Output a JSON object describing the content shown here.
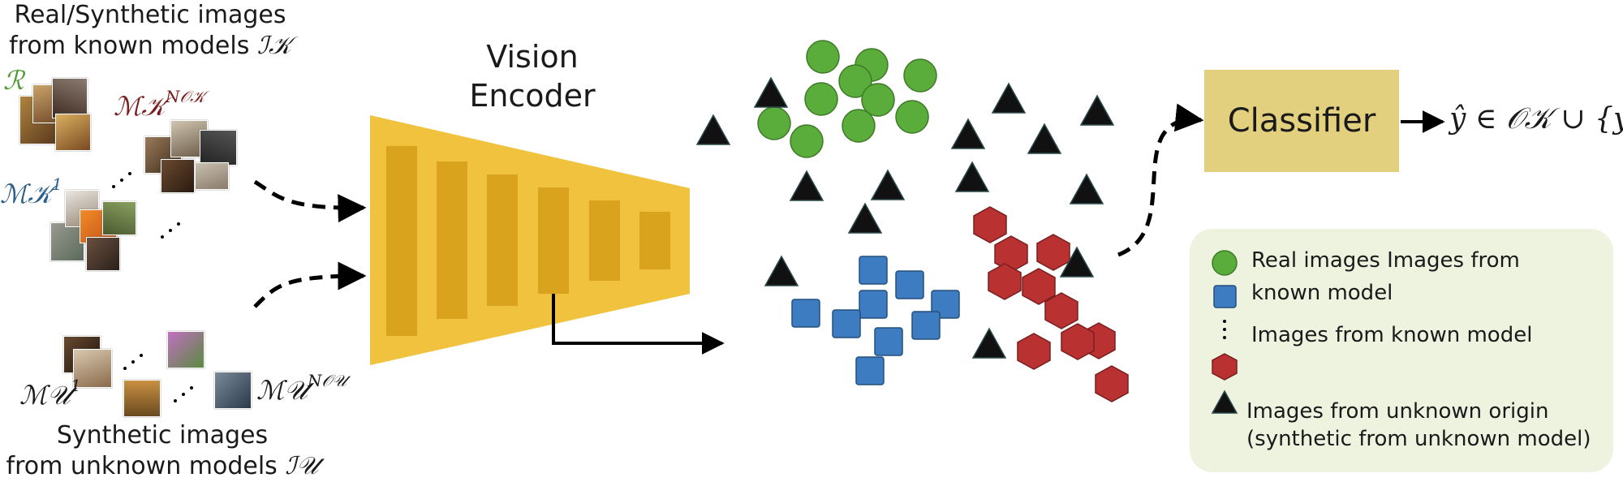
{
  "known": {
    "caption_line1": "Real/Synthetic images",
    "caption_line2": "from known models",
    "caption_symbol": "ℐ𝒦",
    "real_label": "ℛ",
    "model_n_label": "ℳ𝒦",
    "model_n_sup": "N𝒪𝒦",
    "model_1_label": "ℳ𝒦",
    "model_1_sup": "1"
  },
  "unknown": {
    "caption_line1": "Synthetic images",
    "caption_line2": "from unknown models",
    "caption_symbol": "ℐ𝒰",
    "model_1_label": "ℳ𝒰",
    "model_1_sup": "1",
    "model_n_label": "ℳ𝒰",
    "model_n_sup": "N𝒪𝒰"
  },
  "encoder": {
    "title_line1": "Vision",
    "title_line2": "Encoder"
  },
  "classifier": {
    "label": "Classifier",
    "output": "ŷ ∈ 𝒪𝒦 ∪ {yᵤ}"
  },
  "legend": {
    "real_text": "Real   images   Images   from",
    "known_text": "known model",
    "dots_text": "Images from known model",
    "unknown_line1": "Images from unknown origin",
    "unknown_line2": "(synthetic from unknown model)"
  },
  "colors": {
    "encoder_outer": "#f0c23e",
    "encoder_inner": "#d9a31d",
    "classifier_fill": "#e3d07e",
    "legend_bg": "#edf3df",
    "real_circle": "#5aad3b",
    "known_square": "#3d7cc0",
    "hexagon": "#b93131",
    "unknown_triangle": "#111111"
  },
  "icons": {
    "real": "green-circle-icon",
    "known_model": "blue-square-icon",
    "other_known": "red-hexagon-icon",
    "unknown": "black-triangle-icon"
  }
}
